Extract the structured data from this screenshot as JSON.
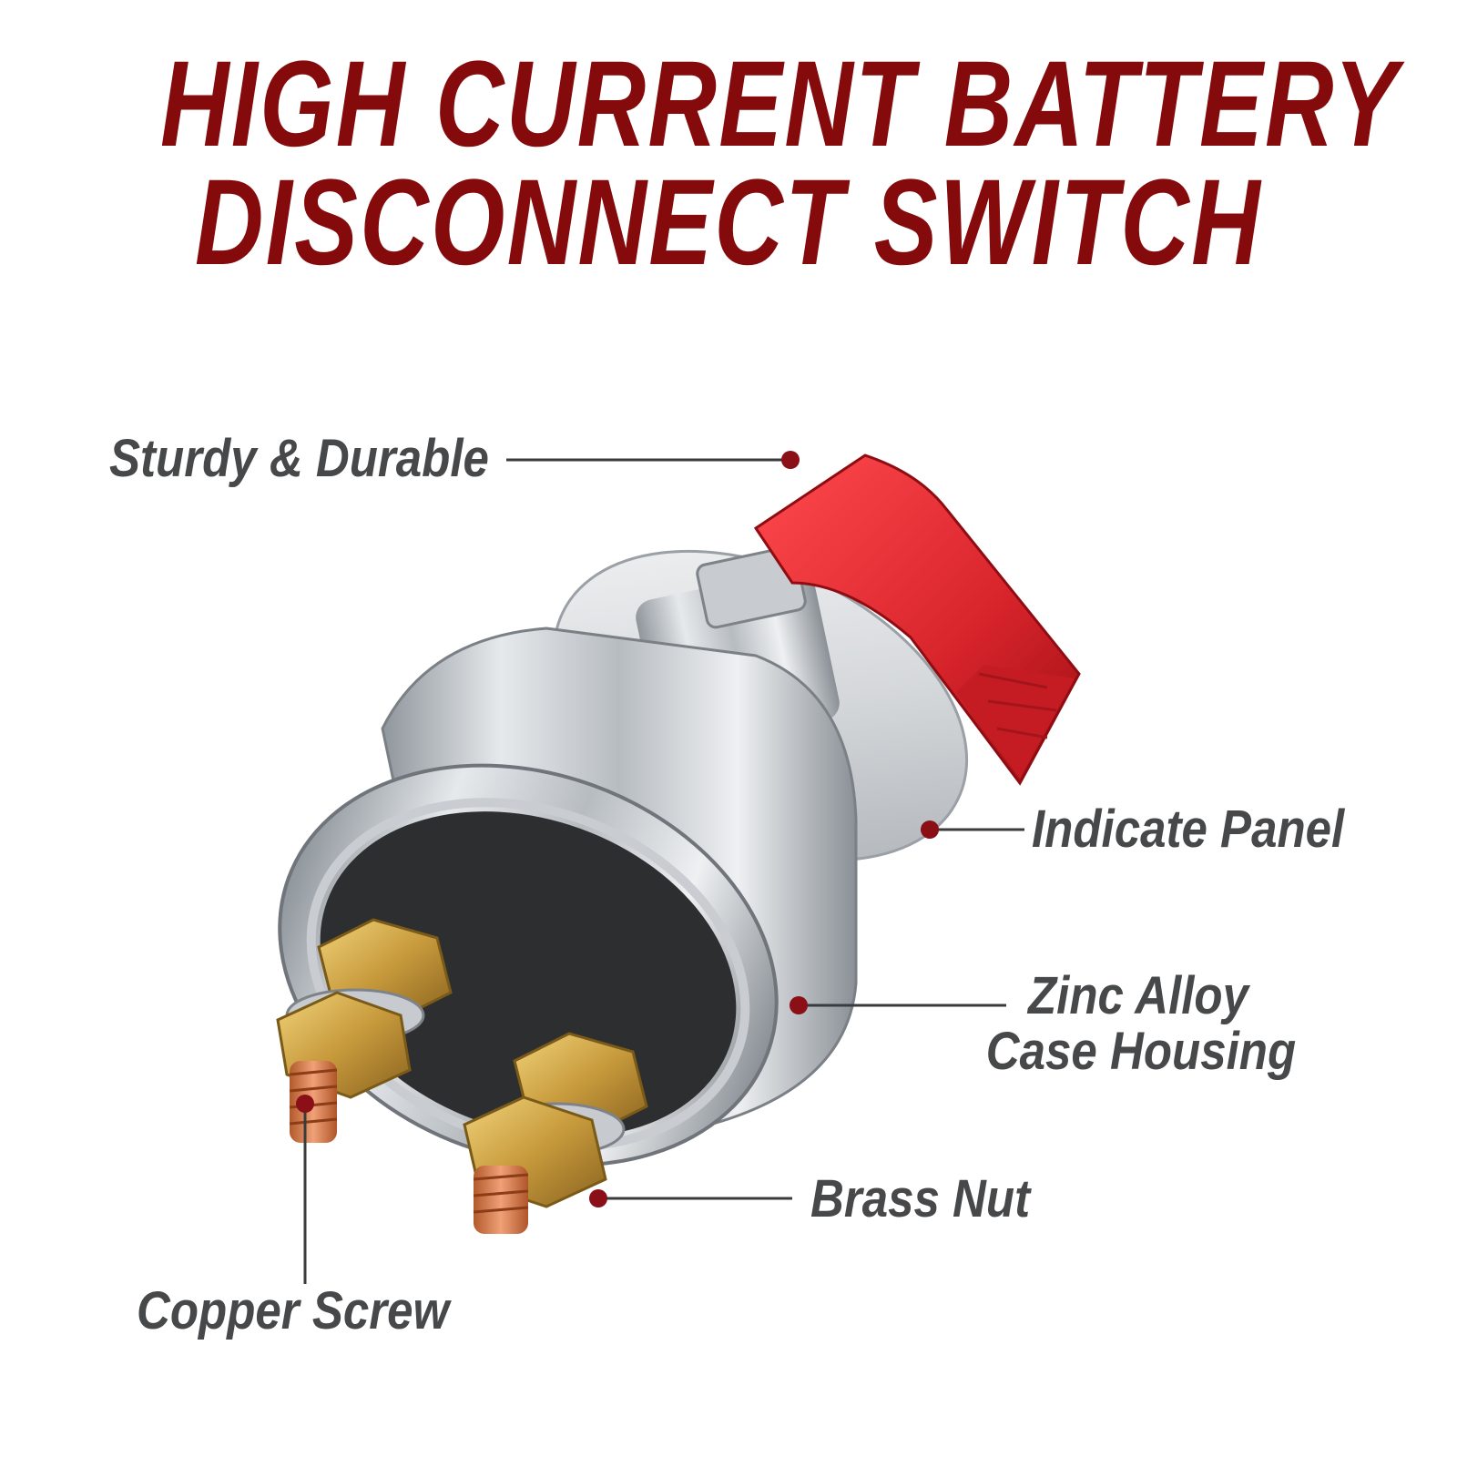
{
  "title": {
    "line1": "HIGH CURRENT BATTERY",
    "line2": "DISCONNECT SWITCH"
  },
  "callouts": {
    "sturdy": "Sturdy & Durable",
    "indicate_panel": "Indicate Panel",
    "zinc_line1": "Zinc Alloy",
    "zinc_line2": "Case Housing",
    "brass_nut": "Brass Nut",
    "copper_screw": "Copper Screw"
  },
  "colors": {
    "title": "#850a0c",
    "callout_text": "#47484a",
    "marker": "#8a0f16",
    "lever_red": "#d8242b"
  }
}
